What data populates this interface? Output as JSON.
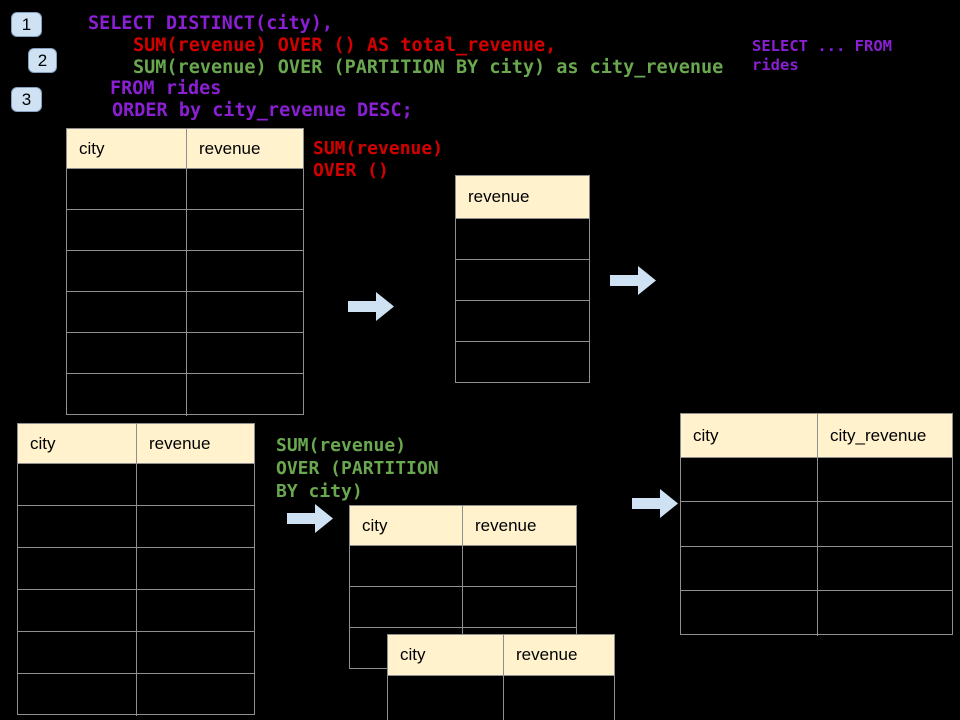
{
  "badges": [
    {
      "label": "1"
    },
    {
      "label": "2"
    },
    {
      "label": "3"
    }
  ],
  "code": {
    "lines": [
      {
        "text": "SELECT DISTINCT(city),",
        "color": "purple"
      },
      {
        "text": "SUM(revenue) OVER () AS total_revenue,",
        "color": "red"
      },
      {
        "text": "SUM(revenue) OVER (PARTITION BY city) as city_revenue",
        "color": "green"
      },
      {
        "text": "FROM rides",
        "color": "purple"
      },
      {
        "text": "ORDER by city_revenue DESC;",
        "color": "purple"
      }
    ]
  },
  "side_code": {
    "line1": "SELECT ... FROM",
    "line2": "rides"
  },
  "annotations": {
    "total": {
      "line1": "SUM(revenue)",
      "line2": "OVER ()"
    },
    "partition": {
      "line1": "SUM(revenue)",
      "line2": "OVER (PARTITION",
      "line3": "BY city)"
    }
  },
  "tables": {
    "source_top": {
      "headers": [
        "city",
        "revenue"
      ],
      "body_rows": 6
    },
    "total_result": {
      "headers": [
        "revenue"
      ],
      "body_rows": 4
    },
    "source_bottom": {
      "headers": [
        "city",
        "revenue"
      ],
      "body_rows": 6
    },
    "partition_mid": {
      "headers": [
        "city",
        "revenue"
      ],
      "body_rows": 3
    },
    "partition_front": {
      "headers": [
        "city",
        "revenue"
      ],
      "body_rows": 1
    },
    "city_result": {
      "headers": [
        "city",
        "city_revenue"
      ],
      "body_rows": 4
    }
  },
  "icons": {
    "arrow_right": "right-arrow-shape"
  },
  "colors": {
    "bg": "#000000",
    "purple": "#8A1FD3",
    "red": "#D40000",
    "green": "#6AA84F",
    "header_fill": "#FFF2CC",
    "table_border": "#8f8f8f",
    "lightblue": "#CFE2F3",
    "badge_border": "#84A0BC"
  }
}
